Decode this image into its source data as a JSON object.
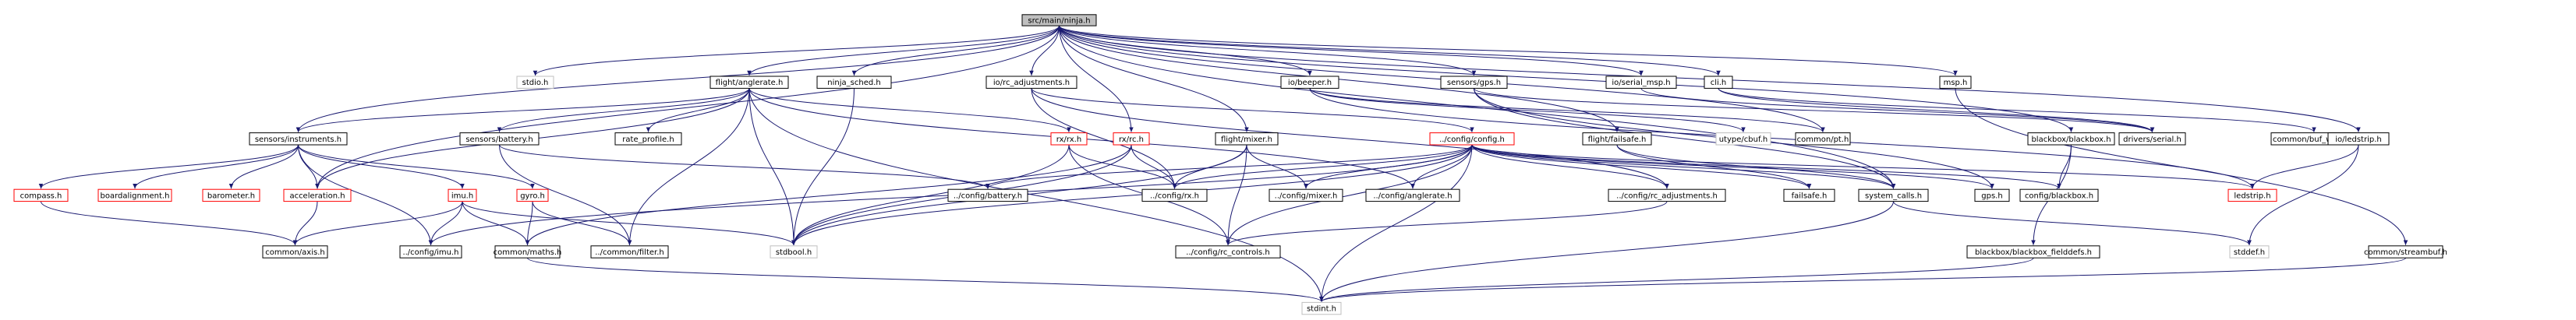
{
  "colors": {
    "edge": "#191970",
    "root_fill": "#bfbfbf",
    "node_border": "#000000",
    "incomplete_border": "#ff0000",
    "system_border": "#bfbfbf"
  },
  "root": "src/main/ninja.h",
  "nodes": {
    "ninja": {
      "label": "src/main/ninja.h",
      "kind": "root"
    },
    "stdio": {
      "label": "stdio.h",
      "kind": "gray"
    },
    "anglerate": {
      "label": "flight/anglerate.h",
      "kind": "normal"
    },
    "ninja_sched": {
      "label": "ninja_sched.h",
      "kind": "normal"
    },
    "rc_adj": {
      "label": "io/rc_adjustments.h",
      "kind": "normal"
    },
    "beeper": {
      "label": "io/beeper.h",
      "kind": "normal"
    },
    "gps": {
      "label": "sensors/gps.h",
      "kind": "normal"
    },
    "serial_msp": {
      "label": "io/serial_msp.h",
      "kind": "normal"
    },
    "cli": {
      "label": "cli.h",
      "kind": "normal"
    },
    "msp": {
      "label": "msp.h",
      "kind": "normal"
    },
    "instruments": {
      "label": "sensors/instruments.h",
      "kind": "normal"
    },
    "battery": {
      "label": "sensors/battery.h",
      "kind": "normal"
    },
    "rate_profile": {
      "label": "rate_profile.h",
      "kind": "normal"
    },
    "rxrx": {
      "label": "rx/rx.h",
      "kind": "red"
    },
    "rxrc": {
      "label": "rx/rc.h",
      "kind": "red"
    },
    "mixer": {
      "label": "flight/mixer.h",
      "kind": "normal"
    },
    "config_config": {
      "label": "../config/config.h",
      "kind": "red"
    },
    "failsafe_fl": {
      "label": "flight/failsafe.h",
      "kind": "normal"
    },
    "utype": {
      "label": "utype/cbuf.h",
      "kind": "gray"
    },
    "common_pt": {
      "label": "common/pt.h",
      "kind": "normal"
    },
    "blackbox": {
      "label": "blackbox/blackbox.h",
      "kind": "normal"
    },
    "drivers_serial": {
      "label": "drivers/serial.h",
      "kind": "normal"
    },
    "buf_writer": {
      "label": "common/buf_writer.h",
      "kind": "normal"
    },
    "io_ledstrip": {
      "label": "io/ledstrip.h",
      "kind": "normal"
    },
    "compass": {
      "label": "compass.h",
      "kind": "red"
    },
    "boardalign": {
      "label": "boardalignment.h",
      "kind": "red"
    },
    "barometer": {
      "label": "barometer.h",
      "kind": "red"
    },
    "acceleration": {
      "label": "acceleration.h",
      "kind": "red"
    },
    "imu": {
      "label": "imu.h",
      "kind": "red"
    },
    "gyro": {
      "label": "gyro.h",
      "kind": "red"
    },
    "config_battery": {
      "label": "../config/battery.h",
      "kind": "normal"
    },
    "config_rx": {
      "label": "../config/rx.h",
      "kind": "normal"
    },
    "config_mixer": {
      "label": "../config/mixer.h",
      "kind": "normal"
    },
    "config_anglerate": {
      "label": "../config/anglerate.h",
      "kind": "normal"
    },
    "failsafe": {
      "label": "failsafe.h",
      "kind": "normal"
    },
    "system_calls": {
      "label": "system_calls.h",
      "kind": "normal"
    },
    "gps_h": {
      "label": "gps.h",
      "kind": "normal"
    },
    "config_blackbox": {
      "label": "config/blackbox.h",
      "kind": "normal"
    },
    "ledstrip": {
      "label": "ledstrip.h",
      "kind": "red"
    },
    "config_rc_adj": {
      "label": "../config/rc_adjustments.h",
      "kind": "normal"
    },
    "common_axis": {
      "label": "common/axis.h",
      "kind": "normal"
    },
    "config_imu": {
      "label": "../config/imu.h",
      "kind": "normal"
    },
    "common_maths": {
      "label": "common/maths.h",
      "kind": "normal"
    },
    "common_filter": {
      "label": "../common/filter.h",
      "kind": "normal"
    },
    "stdbool": {
      "label": "stdbool.h",
      "kind": "gray"
    },
    "config_rc_ctrl": {
      "label": "../config/rc_controls.h",
      "kind": "normal"
    },
    "bb_fielddefs": {
      "label": "blackbox/blackbox_fielddefs.h",
      "kind": "normal"
    },
    "stddef": {
      "label": "stddef.h",
      "kind": "gray"
    },
    "streambuf": {
      "label": "common/streambuf.h",
      "kind": "normal"
    },
    "stdint": {
      "label": "stdint.h",
      "kind": "gray"
    }
  }
}
